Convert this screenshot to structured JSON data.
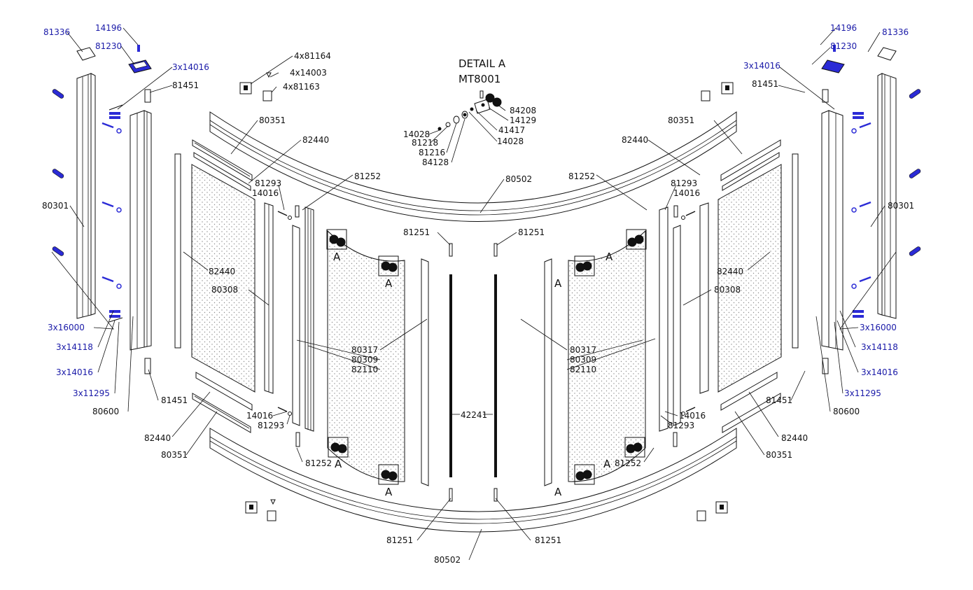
{
  "detail": {
    "title": "DETAIL A",
    "model": "MT8001"
  },
  "detail_marker": "A",
  "colors": {
    "ink": "#111111",
    "blue_label": "#1a1aa8",
    "blue_part": "#2b2bd6",
    "panel_dot": "#8c8c8c"
  },
  "labels": {
    "left": {
      "l81336": "81336",
      "l14196": "14196",
      "l81230": "81230",
      "l3x14016_top": "3x14016",
      "l4x81164": "4x81164",
      "l4x14003": "4x14003",
      "l4x81163": "4x81163",
      "l81451_top": "81451",
      "l80351_top": "80351",
      "l82440_top": "82440",
      "l81293_top": "81293",
      "l14016_top": "14016",
      "l81252_top": "81252",
      "l80301": "80301",
      "l82440_mid": "82440",
      "l80308": "80308",
      "l81251_top": "81251",
      "l80317": "80317",
      "l80309": "80309",
      "l82110": "82110",
      "l3x16000": "3x16000",
      "l3x14118": "3x14118",
      "l3x14016_bot": "3x14016",
      "l3x11295": "3x11295",
      "l80600": "80600",
      "l81451_bot": "81451",
      "l14016_bot": "14016",
      "l81293_bot": "81293",
      "l82440_bot": "82440",
      "l80351_bot": "80351",
      "l81252_bot": "81252",
      "l81251_bot": "81251"
    },
    "center": {
      "c14028_a": "14028",
      "c81218": "81218",
      "c81216": "81216",
      "c84128": "84128",
      "c84208": "84208",
      "c14129": "14129",
      "c41417": "41417",
      "c14028_b": "14028",
      "c80502_top": "80502",
      "c42241": "42241",
      "c80502_bot": "80502"
    },
    "right": {
      "r14196": "14196",
      "r81336": "81336",
      "r81230": "81230",
      "r3x14016_top": "3x14016",
      "r81451_top": "81451",
      "r80351_top": "80351",
      "r82440_top": "82440",
      "r81252_top": "81252",
      "r81293_top": "81293",
      "r14016_top": "14016",
      "r80301": "80301",
      "r81251_top": "81251",
      "r82440_mid": "82440",
      "r80308": "80308",
      "r80317": "80317",
      "r80309": "80309",
      "r82110": "82110",
      "r3x16000": "3x16000",
      "r3x14118": "3x14118",
      "r3x14016_bot": "3x14016",
      "r3x11295": "3x11295",
      "r81451_bot": "81451",
      "r80600": "80600",
      "r14016_bot": "14016",
      "r81293_bot": "81293",
      "r82440_bot": "82440",
      "r80351_bot": "80351",
      "r81252_bot": "81252",
      "r81251_bot": "81251"
    }
  }
}
